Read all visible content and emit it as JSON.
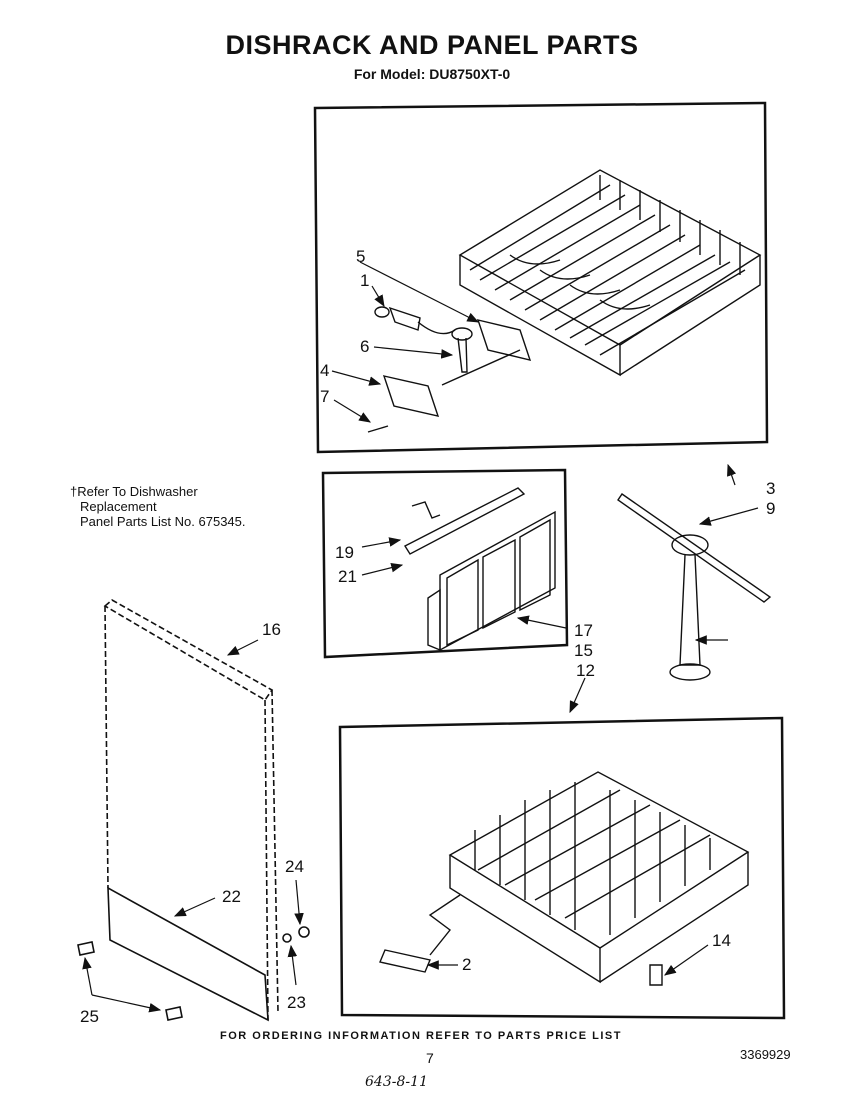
{
  "header": {
    "title": "DISHRACK AND PANEL PARTS",
    "subtitle": "For Model: DU8750XT-0"
  },
  "note": {
    "line1": "†Refer To Dishwasher",
    "line2": "Replacement",
    "line3": "Panel Parts List No. 675345."
  },
  "parts_labels": {
    "p1": "1",
    "p2": "2",
    "p3": "3",
    "p4": "4",
    "p5": "5",
    "p6": "6",
    "p7": "7",
    "p9": "9",
    "p12": "12",
    "p14": "14",
    "p15": "15",
    "p16": "16",
    "p17": "17",
    "p19": "19",
    "p21": "21",
    "p22": "22",
    "p23": "23",
    "p24": "24",
    "p25": "25"
  },
  "footer": {
    "ordering_info": "FOR ORDERING INFORMATION REFER TO PARTS PRICE LIST",
    "page_number": "7",
    "doc_number": "3369929",
    "handwritten": "643-8-11"
  }
}
